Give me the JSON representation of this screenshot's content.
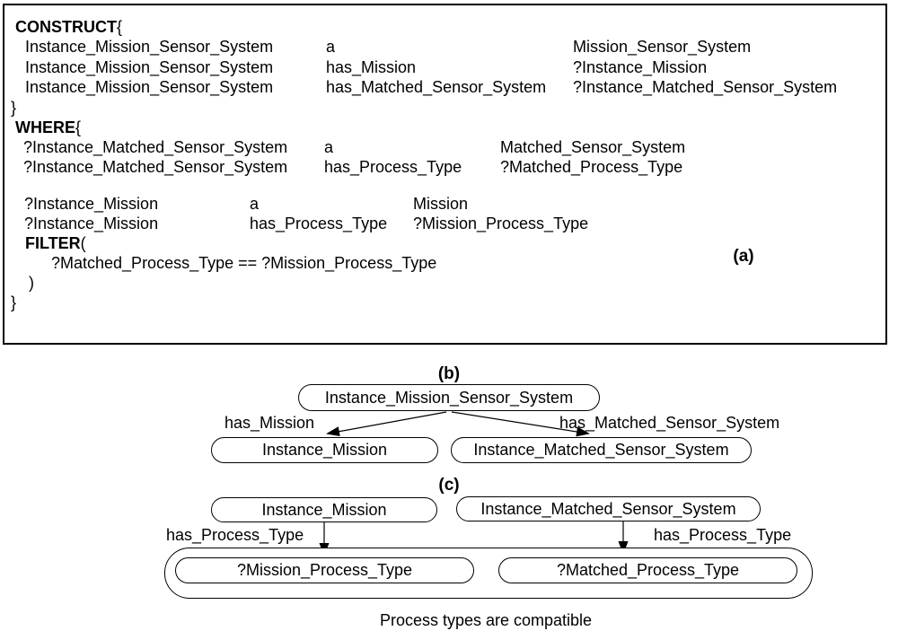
{
  "panel_a": {
    "label": "(a)",
    "construct_keyword": "CONSTRUCT",
    "open_brace": "{",
    "close_brace": "}",
    "where_keyword": "WHERE",
    "filter_keyword": "FILTER",
    "open_paren": "(",
    "close_paren": ")",
    "construct_rows": [
      {
        "s": "Instance_Mission_Sensor_System",
        "p": "a",
        "o": "Mission_Sensor_System"
      },
      {
        "s": "Instance_Mission_Sensor_System",
        "p": "has_Mission",
        "o": "?Instance_Mission"
      },
      {
        "s": "Instance_Mission_Sensor_System",
        "p": "has_Matched_Sensor_System",
        "o": "?Instance_Matched_Sensor_System"
      }
    ],
    "where_rows_1": [
      {
        "s": "?Instance_Matched_Sensor_System",
        "p": "a",
        "o": "Matched_Sensor_System"
      },
      {
        "s": "?Instance_Matched_Sensor_System",
        "p": "has_Process_Type",
        "o": "?Matched_Process_Type"
      }
    ],
    "where_rows_2": [
      {
        "s": "?Instance_Mission",
        "p": "a",
        "o": "Mission"
      },
      {
        "s": "?Instance_Mission",
        "p": "has_Process_Type",
        "o": "?Mission_Process_Type"
      }
    ],
    "filter_body": "?Matched_Process_Type == ?Mission_Process_Type"
  },
  "panel_b": {
    "label": "(b)",
    "root_node": "Instance_Mission_Sensor_System",
    "left_edge": "has_Mission",
    "right_edge": "has_Matched_Sensor_System",
    "left_node": "Instance_Mission",
    "right_node": "Instance_Matched_Sensor_System"
  },
  "panel_c": {
    "label": "(c)",
    "left_node": "Instance_Mission",
    "right_node": "Instance_Matched_Sensor_System",
    "left_edge": "has_Process_Type",
    "right_edge": "has_Process_Type",
    "group_left_node": "?Mission_Process_Type",
    "group_right_node": "?Matched_Process_Type",
    "caption": "Process types are compatible"
  },
  "colors": {
    "ink": "#000000",
    "background": "#ffffff"
  }
}
